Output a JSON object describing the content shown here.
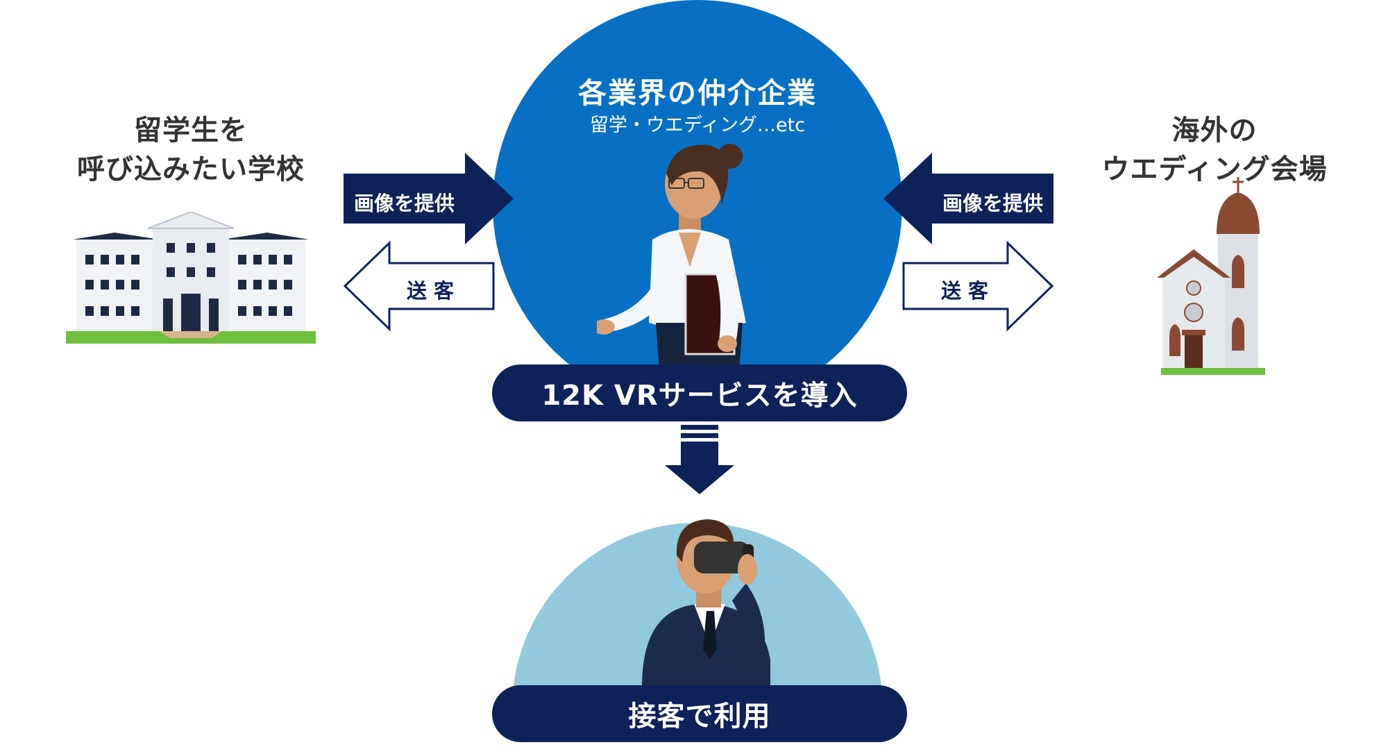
{
  "left": {
    "title_line1": "留学生を",
    "title_line2": "呼び込みたい学校",
    "provide_label": "画像を提供",
    "send_label": "送 客"
  },
  "center": {
    "title": "各業界の仲介企業",
    "subtitle": "留学・ウエディング…etc",
    "service_label": "12K VRサービスを導入",
    "usage_label": "接客で利用"
  },
  "right": {
    "title_line1": "海外の",
    "title_line2": "ウエディング会場",
    "provide_label": "画像を提供",
    "send_label": "送 客"
  },
  "colors": {
    "navy": "#0d2259",
    "blue_circle": "#0870c4",
    "light_blue": "#92c9dc"
  }
}
